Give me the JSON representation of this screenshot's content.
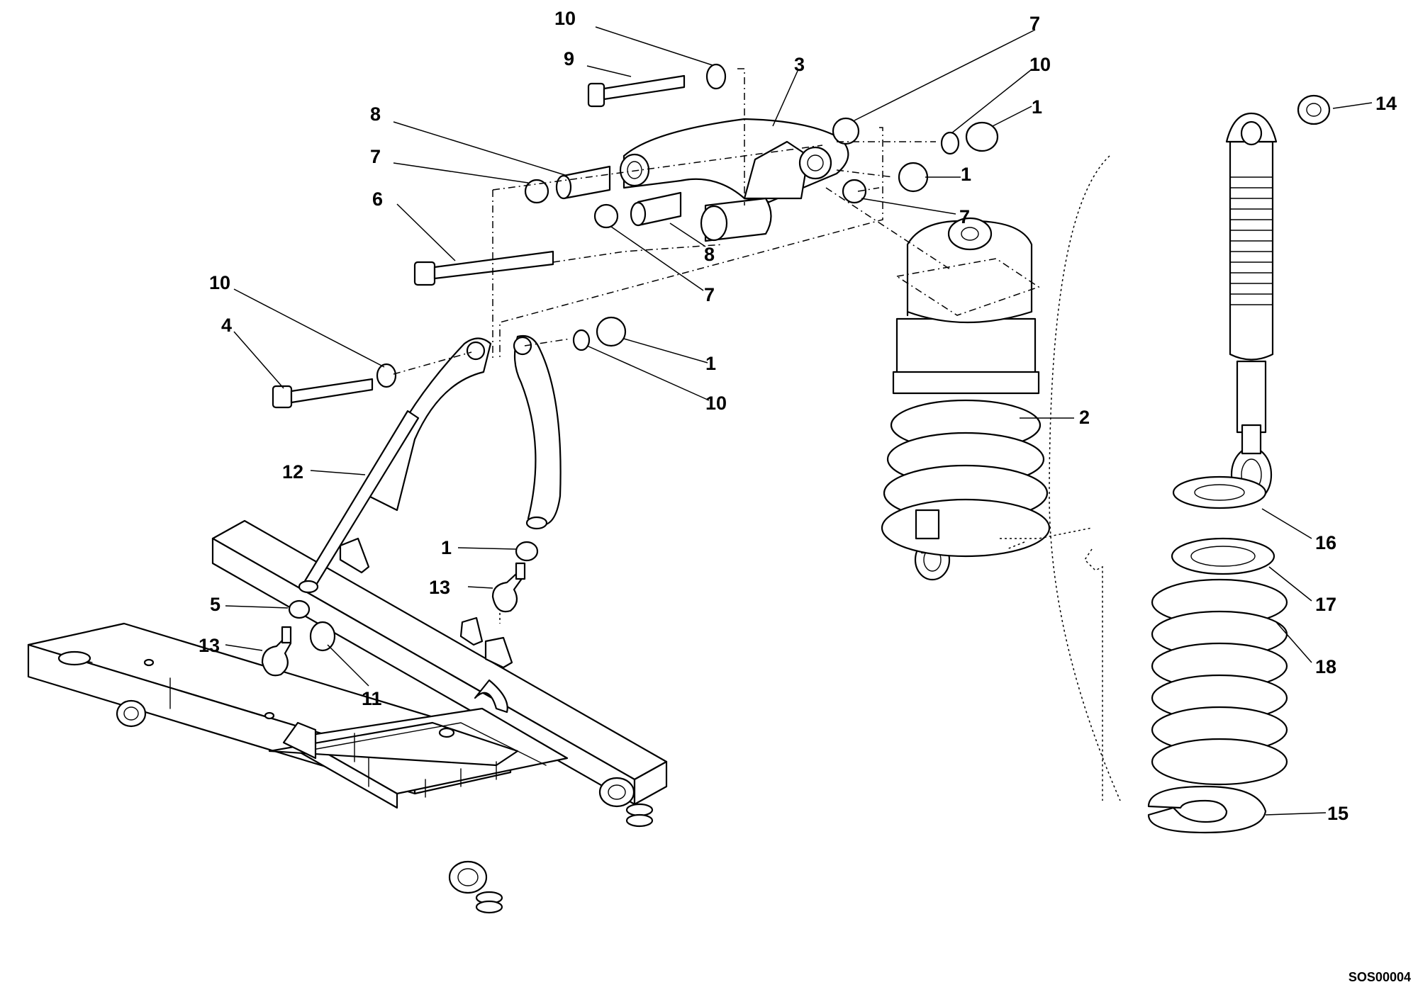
{
  "drawing_ref": "SOS00004",
  "callouts": {
    "c1a": "1",
    "c1b": "1",
    "c1c": "1",
    "c1d": "1",
    "c2": "2",
    "c3": "3",
    "c4": "4",
    "c5": "5",
    "c6": "6",
    "c7a": "7",
    "c7b": "7",
    "c7c": "7",
    "c7d": "7",
    "c8a": "8",
    "c8b": "8",
    "c9": "9",
    "c10a": "10",
    "c10b": "10",
    "c10c": "10",
    "c10d": "10",
    "c11": "11",
    "c12": "12",
    "c13a": "13",
    "c13b": "13",
    "c14": "14",
    "c15": "15",
    "c16": "16",
    "c17": "17",
    "c18": "18"
  }
}
